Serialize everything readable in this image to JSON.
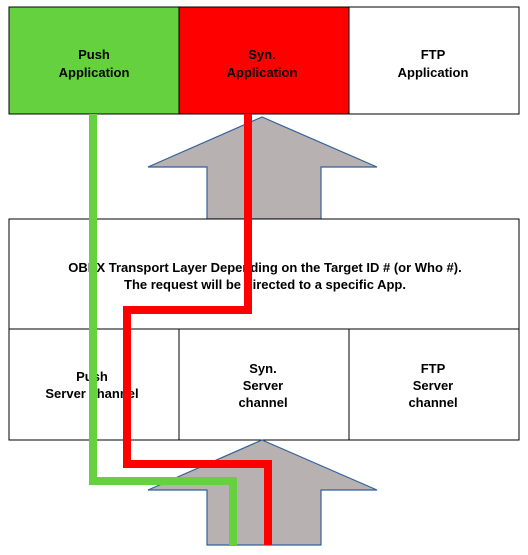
{
  "colors": {
    "push": "#66d13f",
    "sync": "#ff0000",
    "ftp": "#ffffff",
    "border": "#000000",
    "arrow_fill": "#b7b1b1",
    "arrow_stroke": "#33619b",
    "push_path": "#66d13f",
    "sync_path": "#ff0000"
  },
  "applications": [
    {
      "key": "push",
      "line1": "Push",
      "line2": "Application"
    },
    {
      "key": "sync",
      "line1": "Syn.",
      "line2": "Application"
    },
    {
      "key": "ftp",
      "line1": "FTP",
      "line2": "Application"
    }
  ],
  "transport": {
    "line1": "OBEX Transport Layer Depending on the Target ID # (or Who #).",
    "line2": "The request will be directed to a specific App."
  },
  "channels": [
    {
      "key": "push",
      "lines": [
        "Push",
        "Server channel"
      ]
    },
    {
      "key": "sync",
      "lines": [
        "Syn.",
        "Server",
        "channel"
      ]
    },
    {
      "key": "ftp",
      "lines": [
        "FTP",
        "Server",
        "channel"
      ]
    }
  ],
  "arrows": {
    "up_arrow_count": 2
  },
  "paths": [
    "push-request-path",
    "sync-request-path"
  ]
}
